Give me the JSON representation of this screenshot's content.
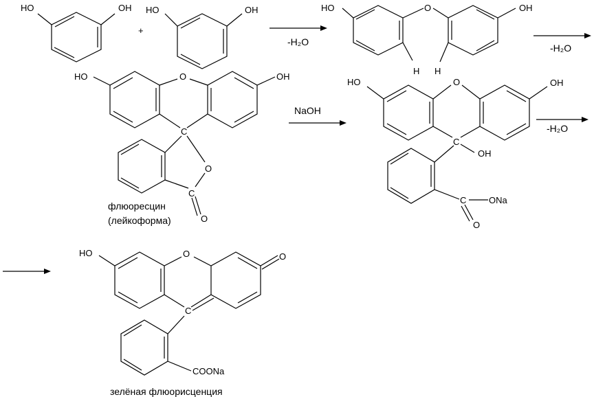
{
  "colors": {
    "ink": "#000000",
    "background": "#ffffff"
  },
  "atoms": {
    "oh": "OH",
    "ho": "HO",
    "o": "O",
    "h": "H",
    "c": "C",
    "ona": "ONa",
    "coona": "COONa"
  },
  "plus": "+",
  "conditions": {
    "step1": "-H₂O",
    "step2": "-H₂O",
    "step3": "NaOH",
    "step4": "-H₂O"
  },
  "names": {
    "leuco_line1": "флюоресцин",
    "leuco_line2": "(лейкоформа)",
    "green": "зелёная флюорисценция"
  }
}
